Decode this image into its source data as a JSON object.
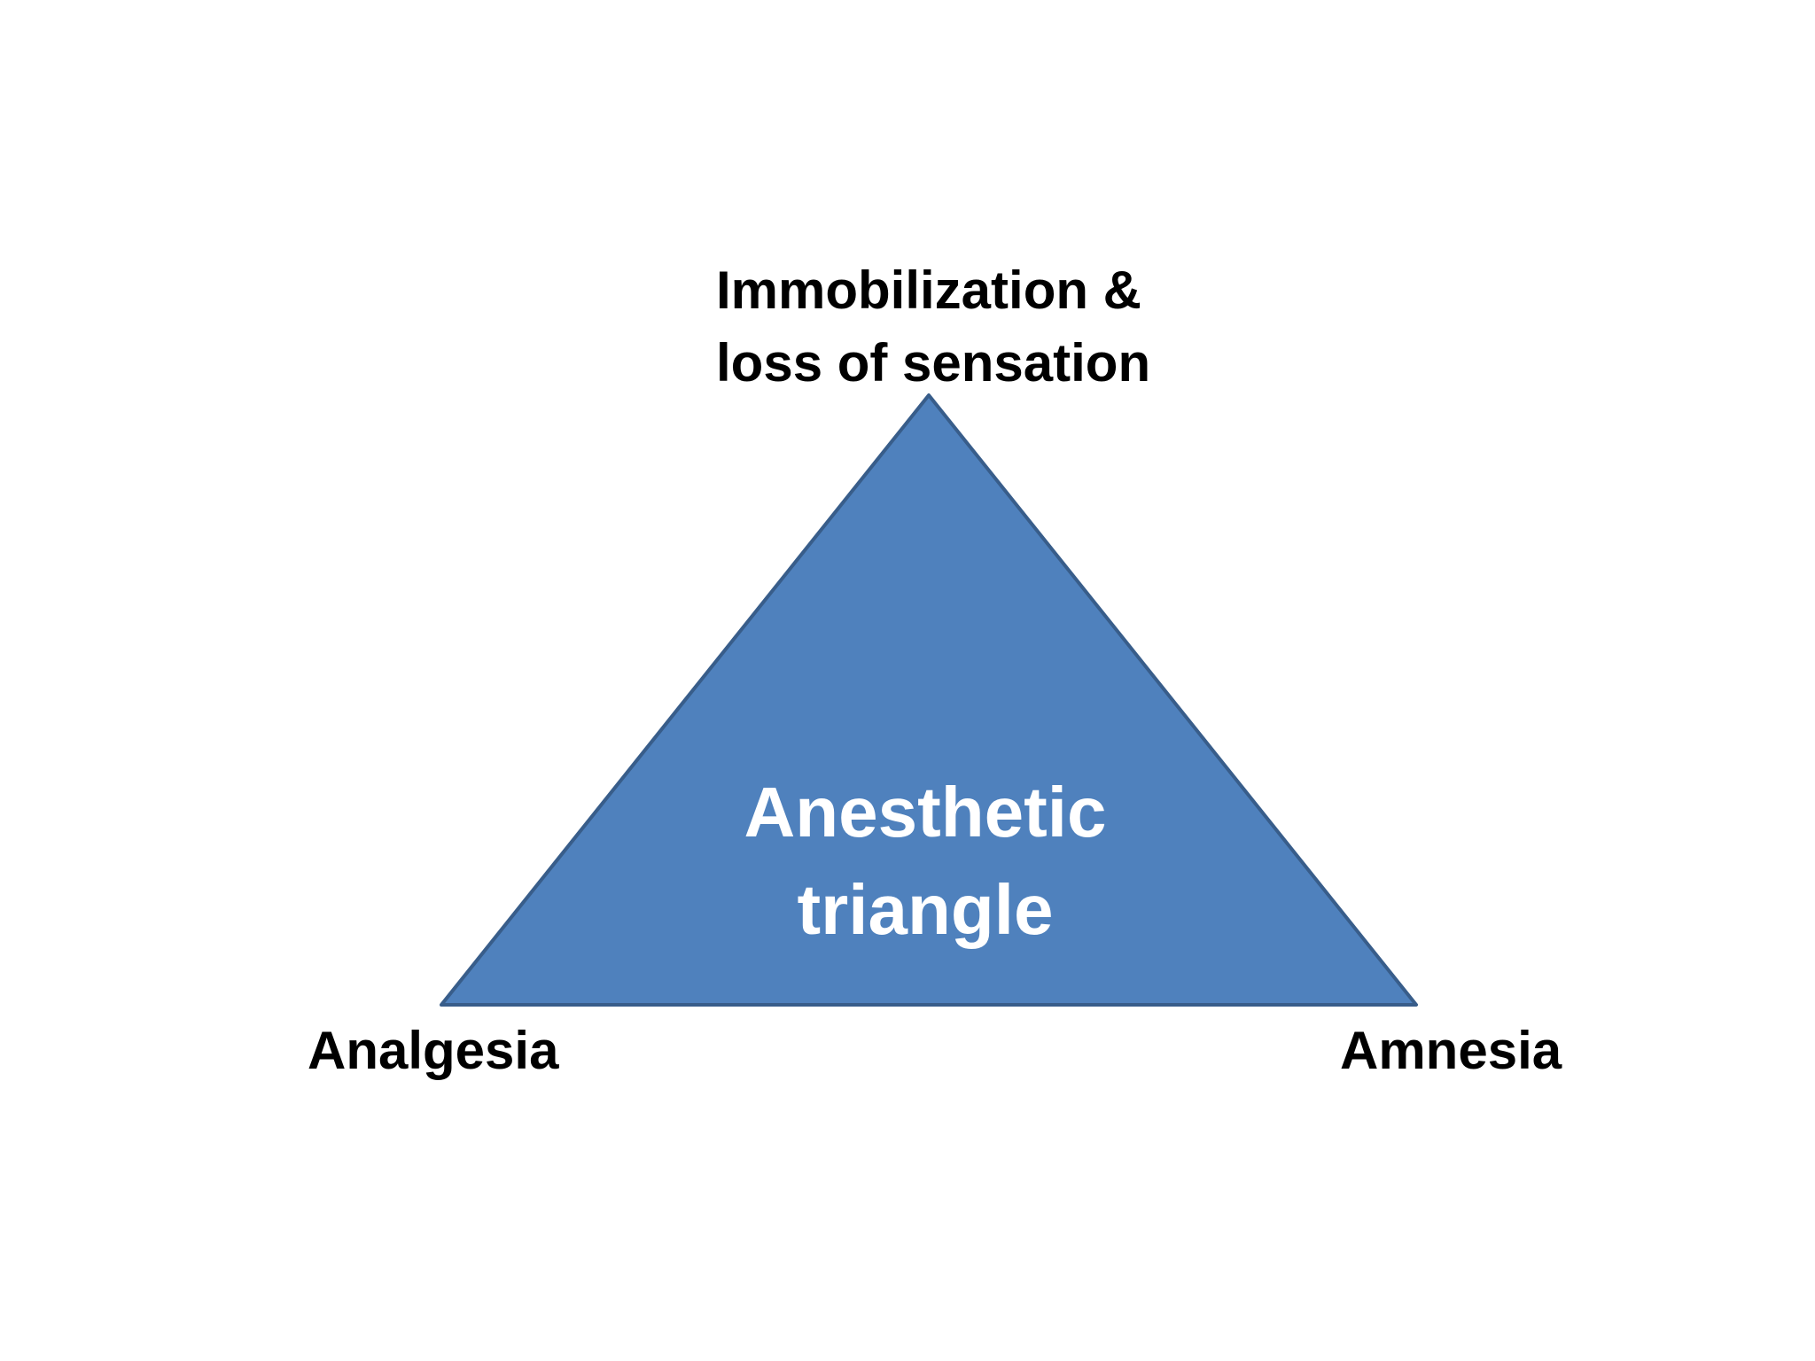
{
  "diagram": {
    "center_label_lines": [
      "Anesthetic",
      "triangle"
    ],
    "top_vertex_lines": [
      "Immobilization &",
      "loss of sensation"
    ],
    "left_vertex": "Analgesia",
    "right_vertex": "Amnesia",
    "colors": {
      "fill": "#4f81bd",
      "stroke": "#385d8a",
      "center_text": "#ffffff",
      "label_text": "#000000"
    }
  }
}
